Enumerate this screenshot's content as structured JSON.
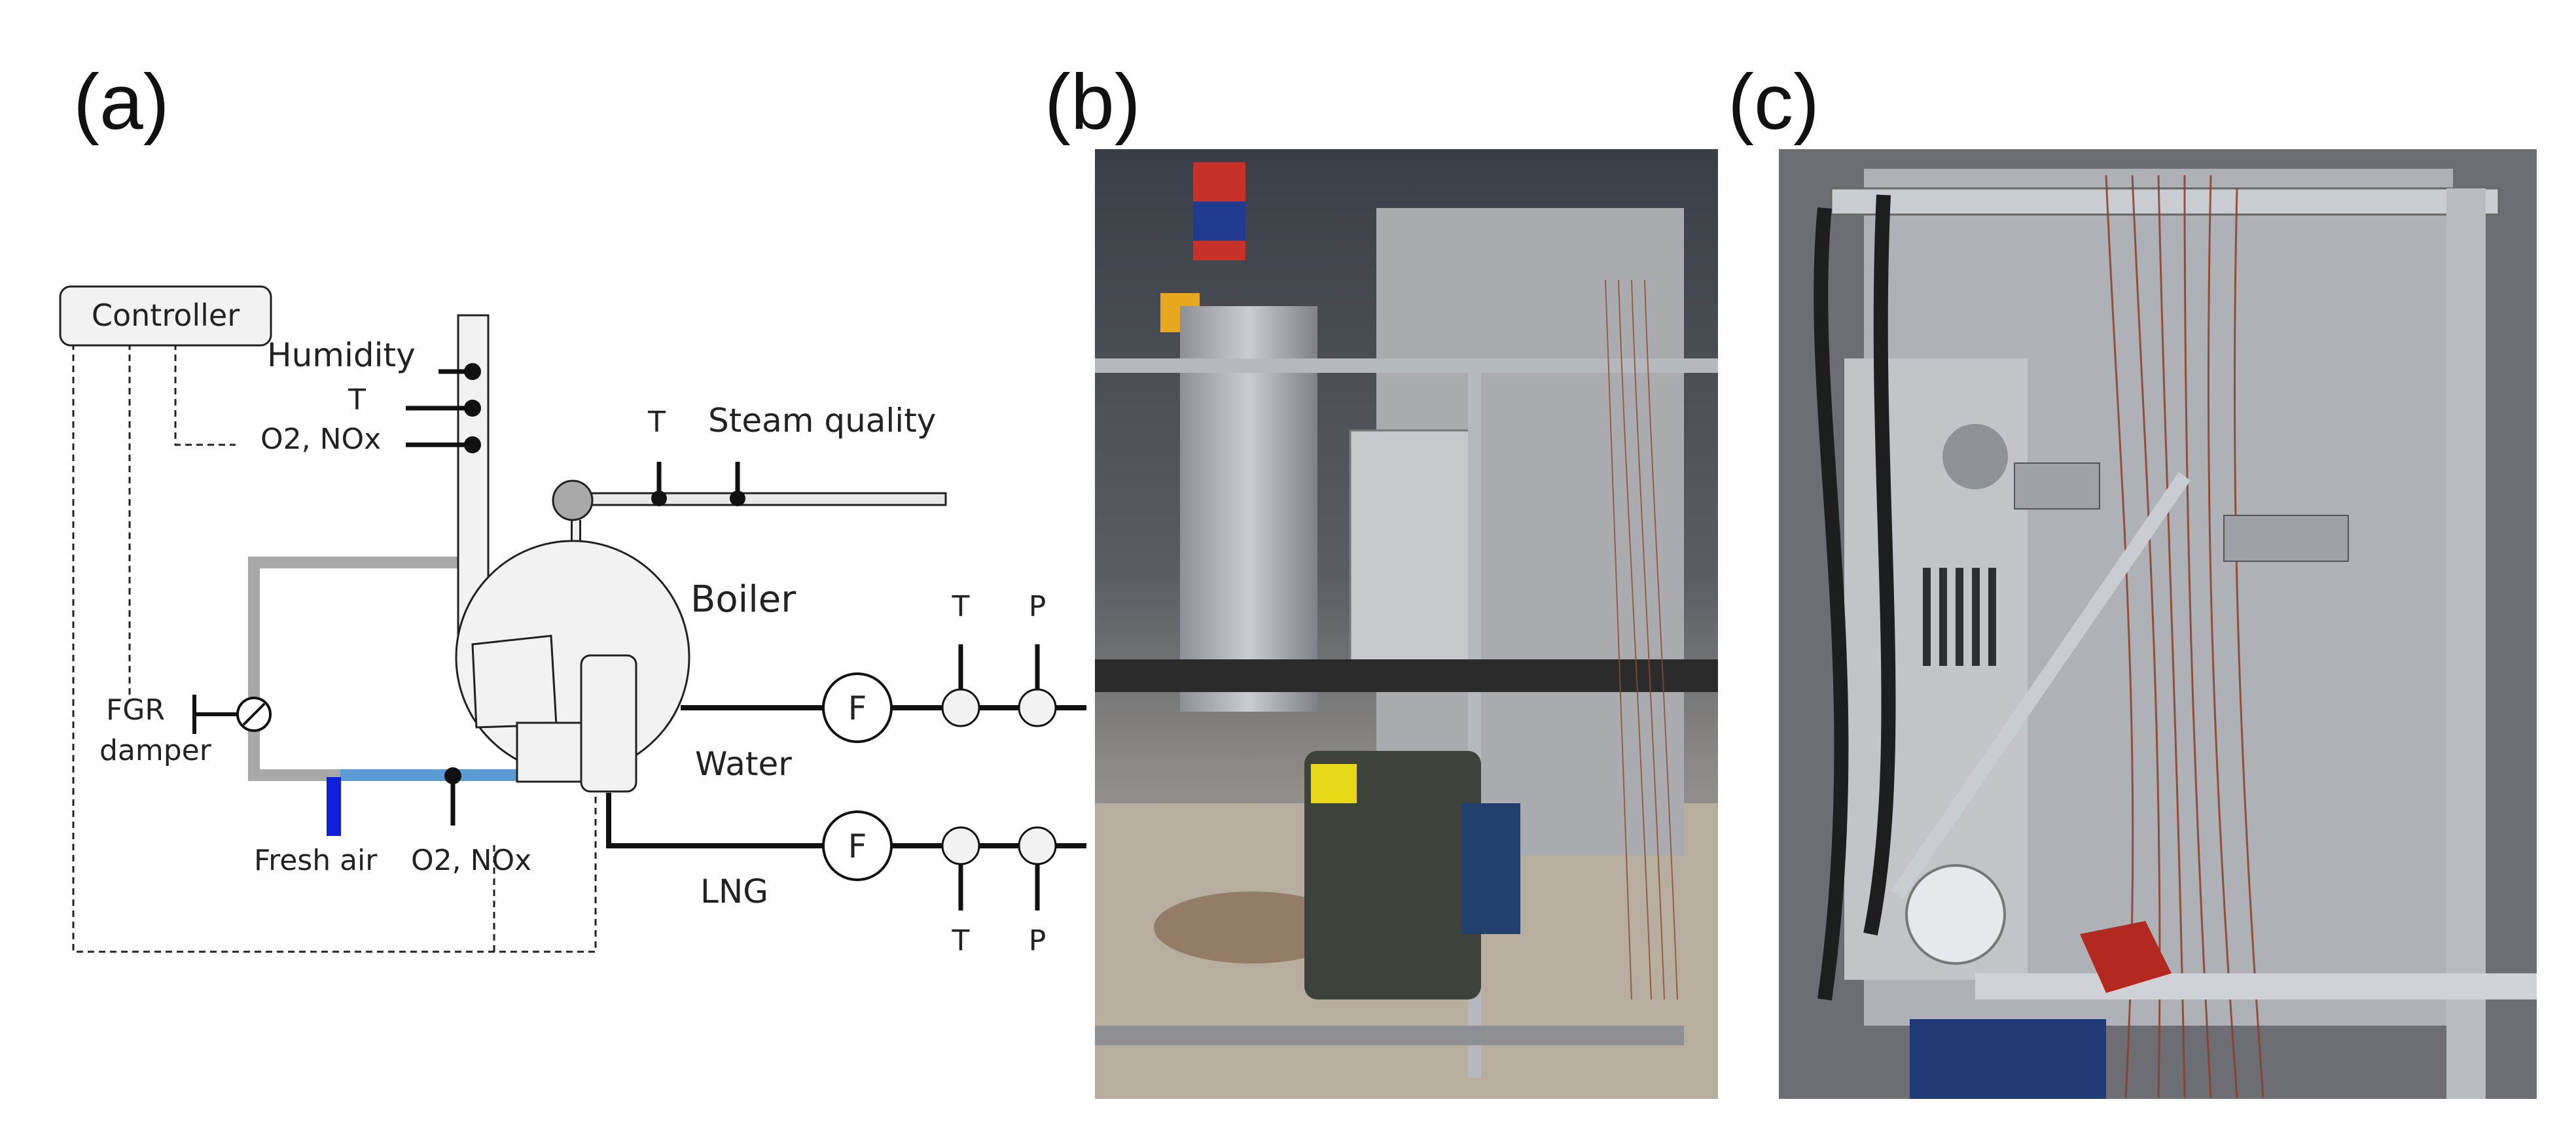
{
  "panels": {
    "a": "(a)",
    "b": "(b)",
    "c": "(c)"
  },
  "labels": {
    "controller": "Controller",
    "humidity": "Humidity",
    "t_stack": "T",
    "o2nox_stack": "O2, NOx",
    "t_steam": "T",
    "steam_quality": "Steam quality",
    "boiler": "Boiler",
    "t_water": "T",
    "p_water": "P",
    "f_water": "F",
    "water": "Water",
    "f_lng": "F",
    "lng": "LNG",
    "t_lng": "T",
    "p_lng": "P",
    "fgr_line1": "FGR",
    "fgr_line2": "damper",
    "fresh_air": "Fresh air",
    "o2nox_inlet": "O2, NOx"
  },
  "colors": {
    "duct_gray": "#a8a8a8",
    "air_blue": "#5b9bd5",
    "fresh_air_blue": "#1020d8",
    "line_black": "#111111",
    "panel_fill": "#f2f2f2"
  }
}
